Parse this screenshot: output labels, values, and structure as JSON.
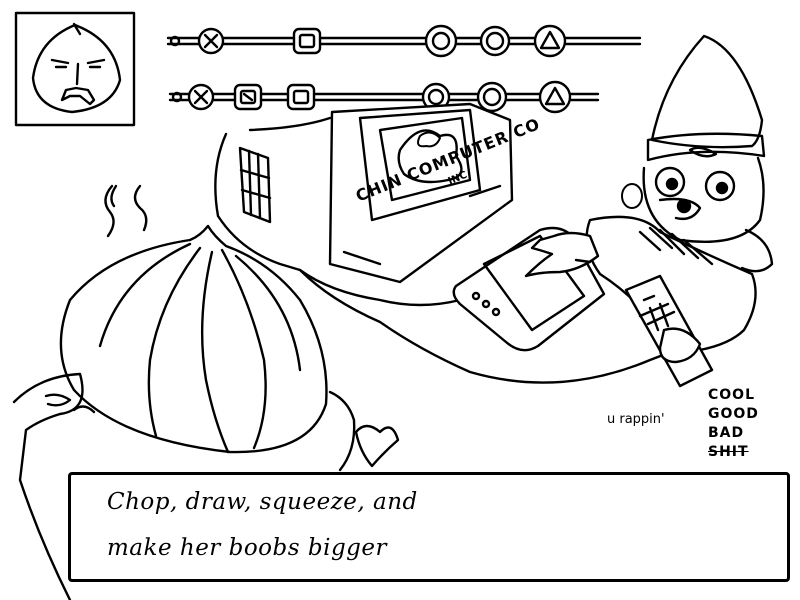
{
  "ui": {
    "rap_indicator": "u rappin'",
    "ratings": [
      "COOL",
      "GOOD",
      "BAD",
      "SHIT"
    ],
    "active_rating": "SHIT",
    "dialog": {
      "line1": "Chop, draw, squeeze, and",
      "line2": "make her boobs bigger"
    }
  },
  "scene": {
    "monitor_brand": "CHIN COMPUTER CO",
    "monitor_brand_small": "INC",
    "teacher_portrait_icon": "onion-teacher-portrait-icon",
    "button_track_top": [
      "cross-icon",
      "square-icon",
      "circle-icon",
      "circle-icon",
      "triangle-icon"
    ],
    "button_track_bottom": [
      "cross-icon",
      "square-icon",
      "square-icon",
      "circle-icon",
      "circle-icon",
      "triangle-icon"
    ]
  }
}
